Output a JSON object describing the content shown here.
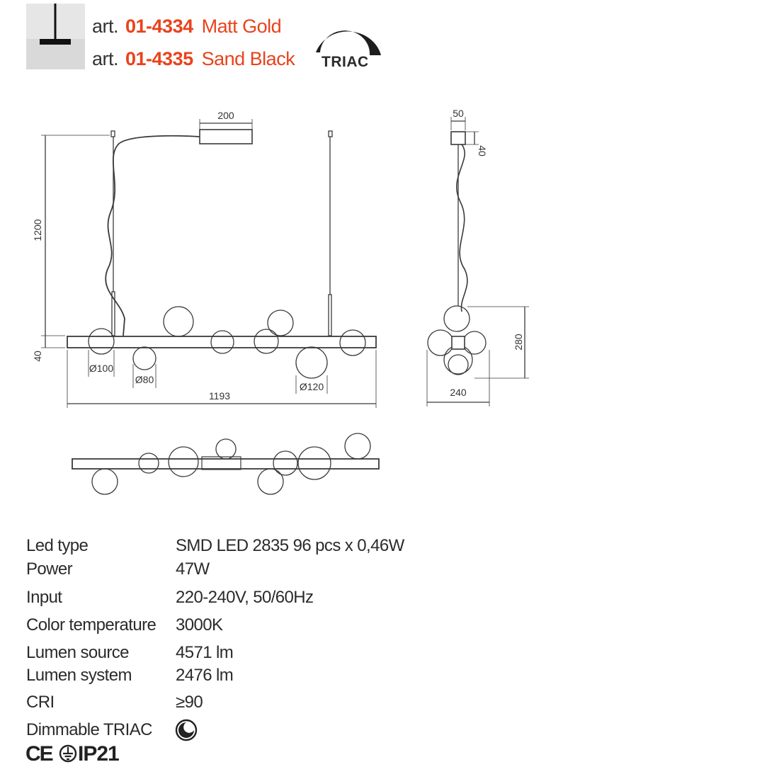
{
  "header": {
    "articles": [
      {
        "prefix": "art.",
        "number": "01-4334",
        "finish": "Matt Gold"
      },
      {
        "prefix": "art.",
        "number": "01-4335",
        "finish": "Sand Black"
      }
    ],
    "dimming_badge": "TRIAC"
  },
  "drawing": {
    "dims": {
      "canopy_width": "200",
      "suspension_height": "1200",
      "bar_height": "40",
      "overall_length": "1193",
      "globe_small": "Ø100",
      "globe_smallest": "Ø80",
      "globe_large": "Ø120",
      "side_canopy_width": "50",
      "side_canopy_height": "40",
      "side_total_height": "280",
      "side_depth": "240"
    }
  },
  "specs": [
    {
      "label": "Led type",
      "value": "SMD LED 2835 96 pcs x 0,46W"
    },
    {
      "label": "Power",
      "value": "47W"
    },
    {
      "label": "Input",
      "value": "220-240V, 50/60Hz"
    },
    {
      "label": "Color temperature",
      "value": "3000K"
    },
    {
      "label": "Lumen source",
      "value": "4571 lm"
    },
    {
      "label": "Lumen system",
      "value": "2476 lm"
    },
    {
      "label": "CRI",
      "value": "≥90"
    },
    {
      "label": "Dimmable  TRIAC",
      "value": ""
    }
  ],
  "certifications": {
    "ce": "CE",
    "ip": "IP21"
  },
  "icons": {
    "thumbnail": "pendant-lamp-thumbnail-icon",
    "dimmer_badge": "triac-dimmer-arc-icon",
    "dimmable": "dimmable-moon-icon",
    "class2": "ground-symbol-icon"
  },
  "colors": {
    "accent": "#e8431c",
    "text": "#2b2b2b",
    "line": "#3a3a3a"
  }
}
